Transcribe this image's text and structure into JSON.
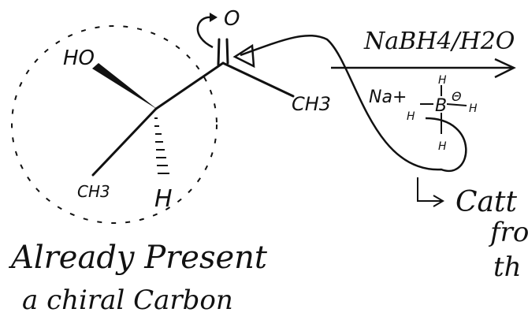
{
  "colors": {
    "ink": "#111111",
    "paper": "#ffffff"
  },
  "molecule": {
    "hydroxyl": "HO",
    "methyl_bottom": "CH3",
    "hydrogen": "H",
    "carbonyl_oxygen": "O",
    "methyl_right": "CH3"
  },
  "reagent": {
    "label": "NaBH4/H2O",
    "sodium_ion": "Na+",
    "boron": "B",
    "boron_charge": "Θ",
    "h_top": "H",
    "h_left": "H",
    "h_right": "H",
    "h_bottom": "H"
  },
  "notes": {
    "chiral_line1": "Already Present",
    "chiral_line2": "a chiral Carbon",
    "attack_line1": "Catt",
    "attack_line2": "fro",
    "attack_line3": "th"
  }
}
